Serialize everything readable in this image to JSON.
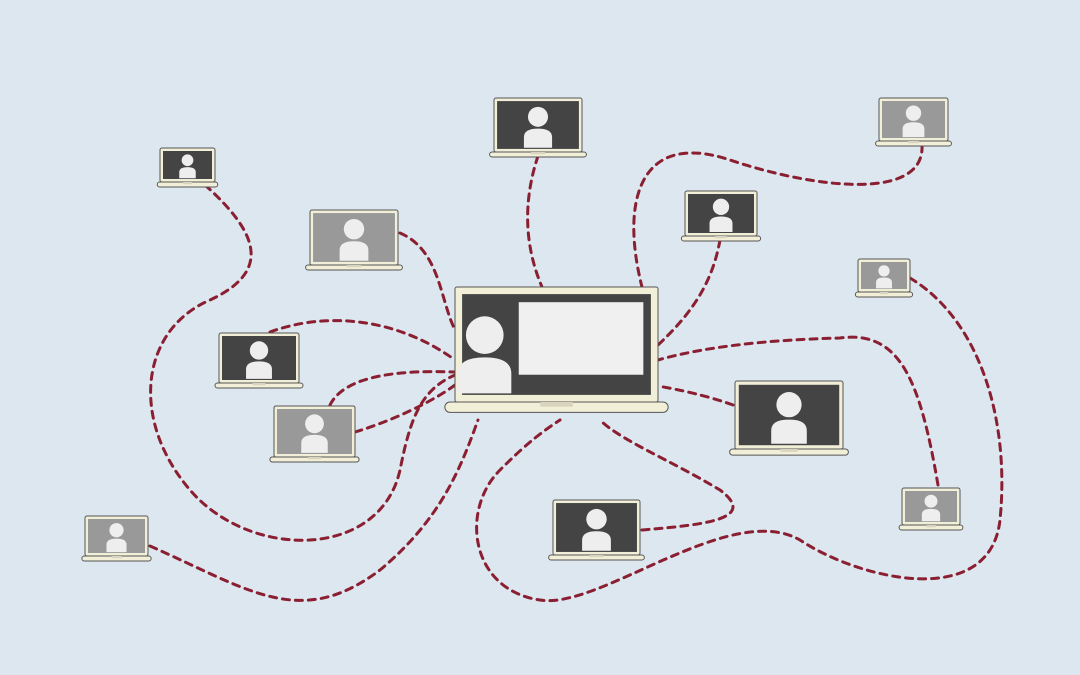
{
  "colors": {
    "background": "#dde7ef",
    "connection": "#8a1f32",
    "laptop_frame": "#f2efd9",
    "laptop_outline": "#555555",
    "screen_dark": "#444444",
    "screen_light": "#999999",
    "person": "#eeeeee",
    "whiteboard": "#f0f0f0"
  },
  "presenter": {
    "icon": "presenter-laptop-icon",
    "content": "person-with-whiteboard"
  },
  "participants": [
    {
      "id": "participant-1",
      "icon": "participant-laptop-icon",
      "screen_tone": "dark"
    },
    {
      "id": "participant-2",
      "icon": "participant-laptop-icon",
      "screen_tone": "dark"
    },
    {
      "id": "participant-3",
      "icon": "participant-laptop-icon",
      "screen_tone": "light"
    },
    {
      "id": "participant-4",
      "icon": "participant-laptop-icon",
      "screen_tone": "light"
    },
    {
      "id": "participant-5",
      "icon": "participant-laptop-icon",
      "screen_tone": "dark"
    },
    {
      "id": "participant-6",
      "icon": "participant-laptop-icon",
      "screen_tone": "dark"
    },
    {
      "id": "participant-7",
      "icon": "participant-laptop-icon",
      "screen_tone": "dark"
    },
    {
      "id": "participant-8",
      "icon": "participant-laptop-icon",
      "screen_tone": "light"
    },
    {
      "id": "participant-9",
      "icon": "participant-laptop-icon",
      "screen_tone": "light"
    },
    {
      "id": "participant-10",
      "icon": "participant-laptop-icon",
      "screen_tone": "dark"
    },
    {
      "id": "participant-11",
      "icon": "participant-laptop-icon",
      "screen_tone": "light"
    },
    {
      "id": "participant-12",
      "icon": "participant-laptop-icon",
      "screen_tone": "dark"
    },
    {
      "id": "participant-13",
      "icon": "participant-laptop-icon",
      "screen_tone": "light"
    }
  ],
  "connections": [
    {
      "from": "presenter",
      "to": "participant-1"
    },
    {
      "from": "presenter",
      "to": "participant-2"
    },
    {
      "from": "presenter",
      "to": "participant-3"
    },
    {
      "from": "presenter",
      "to": "participant-4"
    },
    {
      "from": "presenter",
      "to": "participant-5"
    },
    {
      "from": "presenter",
      "to": "participant-6"
    },
    {
      "from": "presenter",
      "to": "participant-7"
    },
    {
      "from": "presenter",
      "to": "participant-8"
    },
    {
      "from": "presenter",
      "to": "participant-9"
    },
    {
      "from": "presenter",
      "to": "participant-10"
    },
    {
      "from": "presenter",
      "to": "participant-11"
    },
    {
      "from": "presenter",
      "to": "participant-12"
    },
    {
      "from": "presenter",
      "to": "participant-13"
    }
  ]
}
